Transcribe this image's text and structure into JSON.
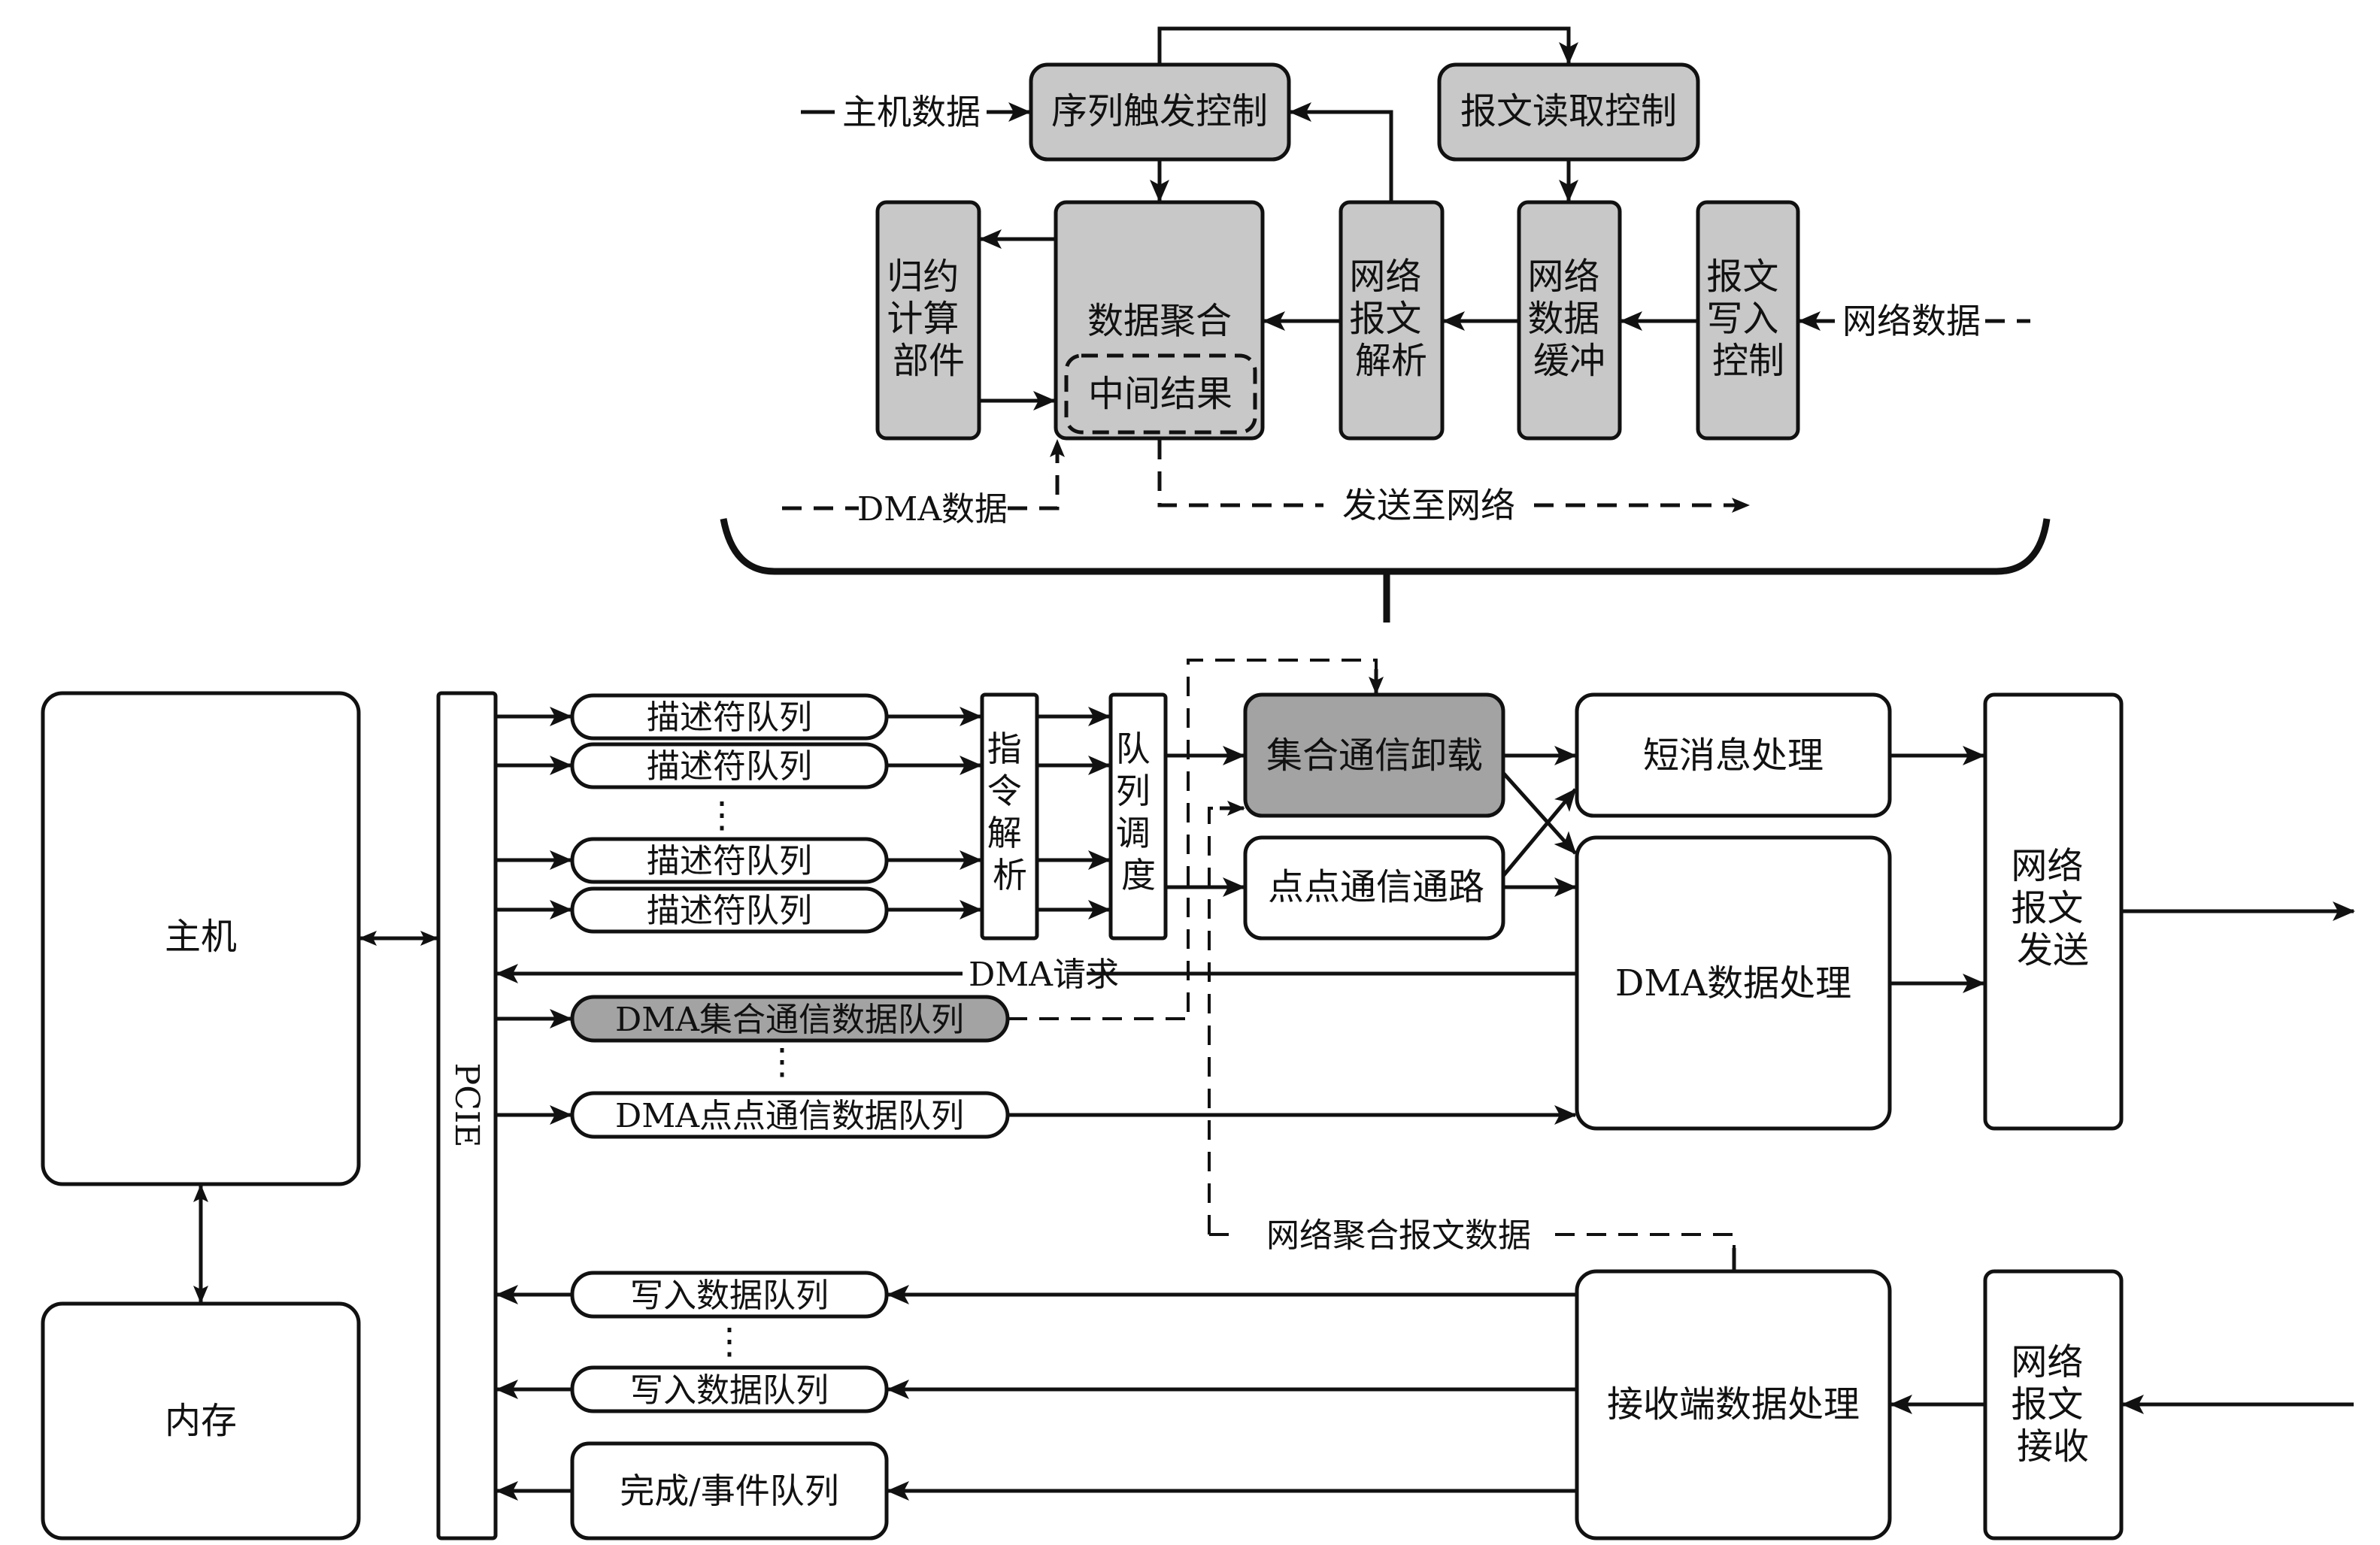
{
  "top_module": {
    "seq_trigger": "序列触发控制",
    "msg_read": "报文读取控制",
    "reduce_unit": [
      "归约",
      "计算",
      "部件"
    ],
    "data_aggregate": "数据聚合",
    "intermediate": "中间结果",
    "net_parse": [
      "网络",
      "报文",
      "解析"
    ],
    "net_buffer": [
      "网络",
      "数据",
      "缓冲"
    ],
    "msg_write": [
      "报文",
      "写入",
      "控制"
    ],
    "host_data_label": "主机数据",
    "net_data_label": "网络数据",
    "dma_data_label": "DMA数据",
    "send_to_net_label": "发送至网络"
  },
  "host": {
    "host_label": "主机",
    "memory_label": "内存",
    "pcie_label": "PCIE"
  },
  "send_path": {
    "descriptor_queues": [
      "描述符队列",
      "描述符队列",
      "描述符队列",
      "描述符队列"
    ],
    "ellipsis": "⋮",
    "cmd_parse": [
      "指",
      "令",
      "解",
      "析"
    ],
    "queue_sched": [
      "队",
      "列",
      "调",
      "度"
    ],
    "collective_offload": "集合通信卸载",
    "p2p_path": "点点通信通路",
    "short_msg": "短消息处理",
    "dma_proc": "DMA数据处理",
    "net_send": [
      "网络",
      "报文",
      "发送"
    ],
    "dma_request": "DMA请求",
    "dma_collective_queue": "DMA集合通信数据队列",
    "dma_p2p_queue": "DMA点点通信数据队列"
  },
  "recv_path": {
    "net_agg_label": "网络聚合报文数据",
    "write_queues": [
      "写入数据队列",
      "写入数据队列"
    ],
    "completion_queue": "完成/事件队列",
    "recv_proc": "接收端数据处理",
    "net_recv": [
      "网络",
      "报文",
      "接收"
    ]
  }
}
